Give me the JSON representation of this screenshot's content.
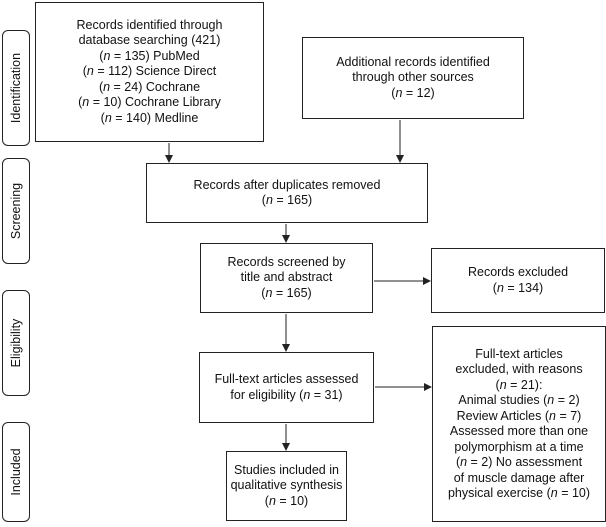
{
  "phases": {
    "identification": "Identification",
    "screening": "Screening",
    "eligibility": "Eligibility",
    "included": "Included"
  },
  "boxes": {
    "database_search": {
      "lines": [
        {
          "text": "Records identified through"
        },
        {
          "text": "database searching (421)"
        },
        {
          "n": "n",
          "rest": " = 135) PubMed"
        },
        {
          "n": "n",
          "rest": " = 112) Science Direct"
        },
        {
          "n": "n",
          "rest": " = 24) Cochrane"
        },
        {
          "n": "n",
          "rest": " = 10) Cochrane Library"
        },
        {
          "n": "n",
          "rest": " = 140) Medline"
        }
      ]
    },
    "other_sources": {
      "lines": [
        {
          "text": "Additional records identified"
        },
        {
          "text": "through other sources"
        },
        {
          "n": "n",
          "rest": " = 12)"
        }
      ]
    },
    "duplicates_removed": {
      "lines": [
        {
          "text": "Records after duplicates removed"
        },
        {
          "n": "n",
          "rest": " = 165)"
        }
      ]
    },
    "screened": {
      "lines": [
        {
          "text": "Records screened by"
        },
        {
          "text": "title and abstract"
        },
        {
          "n": "n",
          "rest": " = 165)"
        }
      ]
    },
    "excluded": {
      "lines": [
        {
          "text": "Records excluded"
        },
        {
          "n": "n",
          "rest": " = 134)"
        }
      ]
    },
    "fulltext_assessed": {
      "lines": [
        {
          "text": "Full-text articles assessed"
        },
        {
          "text": "for eligibility (",
          "n": "n",
          "rest": " = 31)"
        }
      ]
    },
    "fulltext_excluded": {
      "lines": [
        {
          "text": "Full-text articles"
        },
        {
          "text": "excluded, with reasons"
        },
        {
          "n": "n",
          "rest": " = 21):"
        },
        {
          "text": "Animal studies (",
          "n": "n",
          "rest": " = 2)"
        },
        {
          "text": "Review Articles (",
          "n": "n",
          "rest": " = 7)"
        },
        {
          "text": "Assessed more than one"
        },
        {
          "text": "polymorphism at a time"
        },
        {
          "n": "n",
          "rest": " = 2) No assessment"
        },
        {
          "text": "of muscle damage after"
        },
        {
          "text": "physical exercise (",
          "n": "n",
          "rest": " = 10)"
        }
      ]
    },
    "included_studies": {
      "lines": [
        {
          "text": "Studies included in"
        },
        {
          "text": "qualitative synthesis"
        },
        {
          "n": "n",
          "rest": " = 10)"
        }
      ]
    }
  }
}
